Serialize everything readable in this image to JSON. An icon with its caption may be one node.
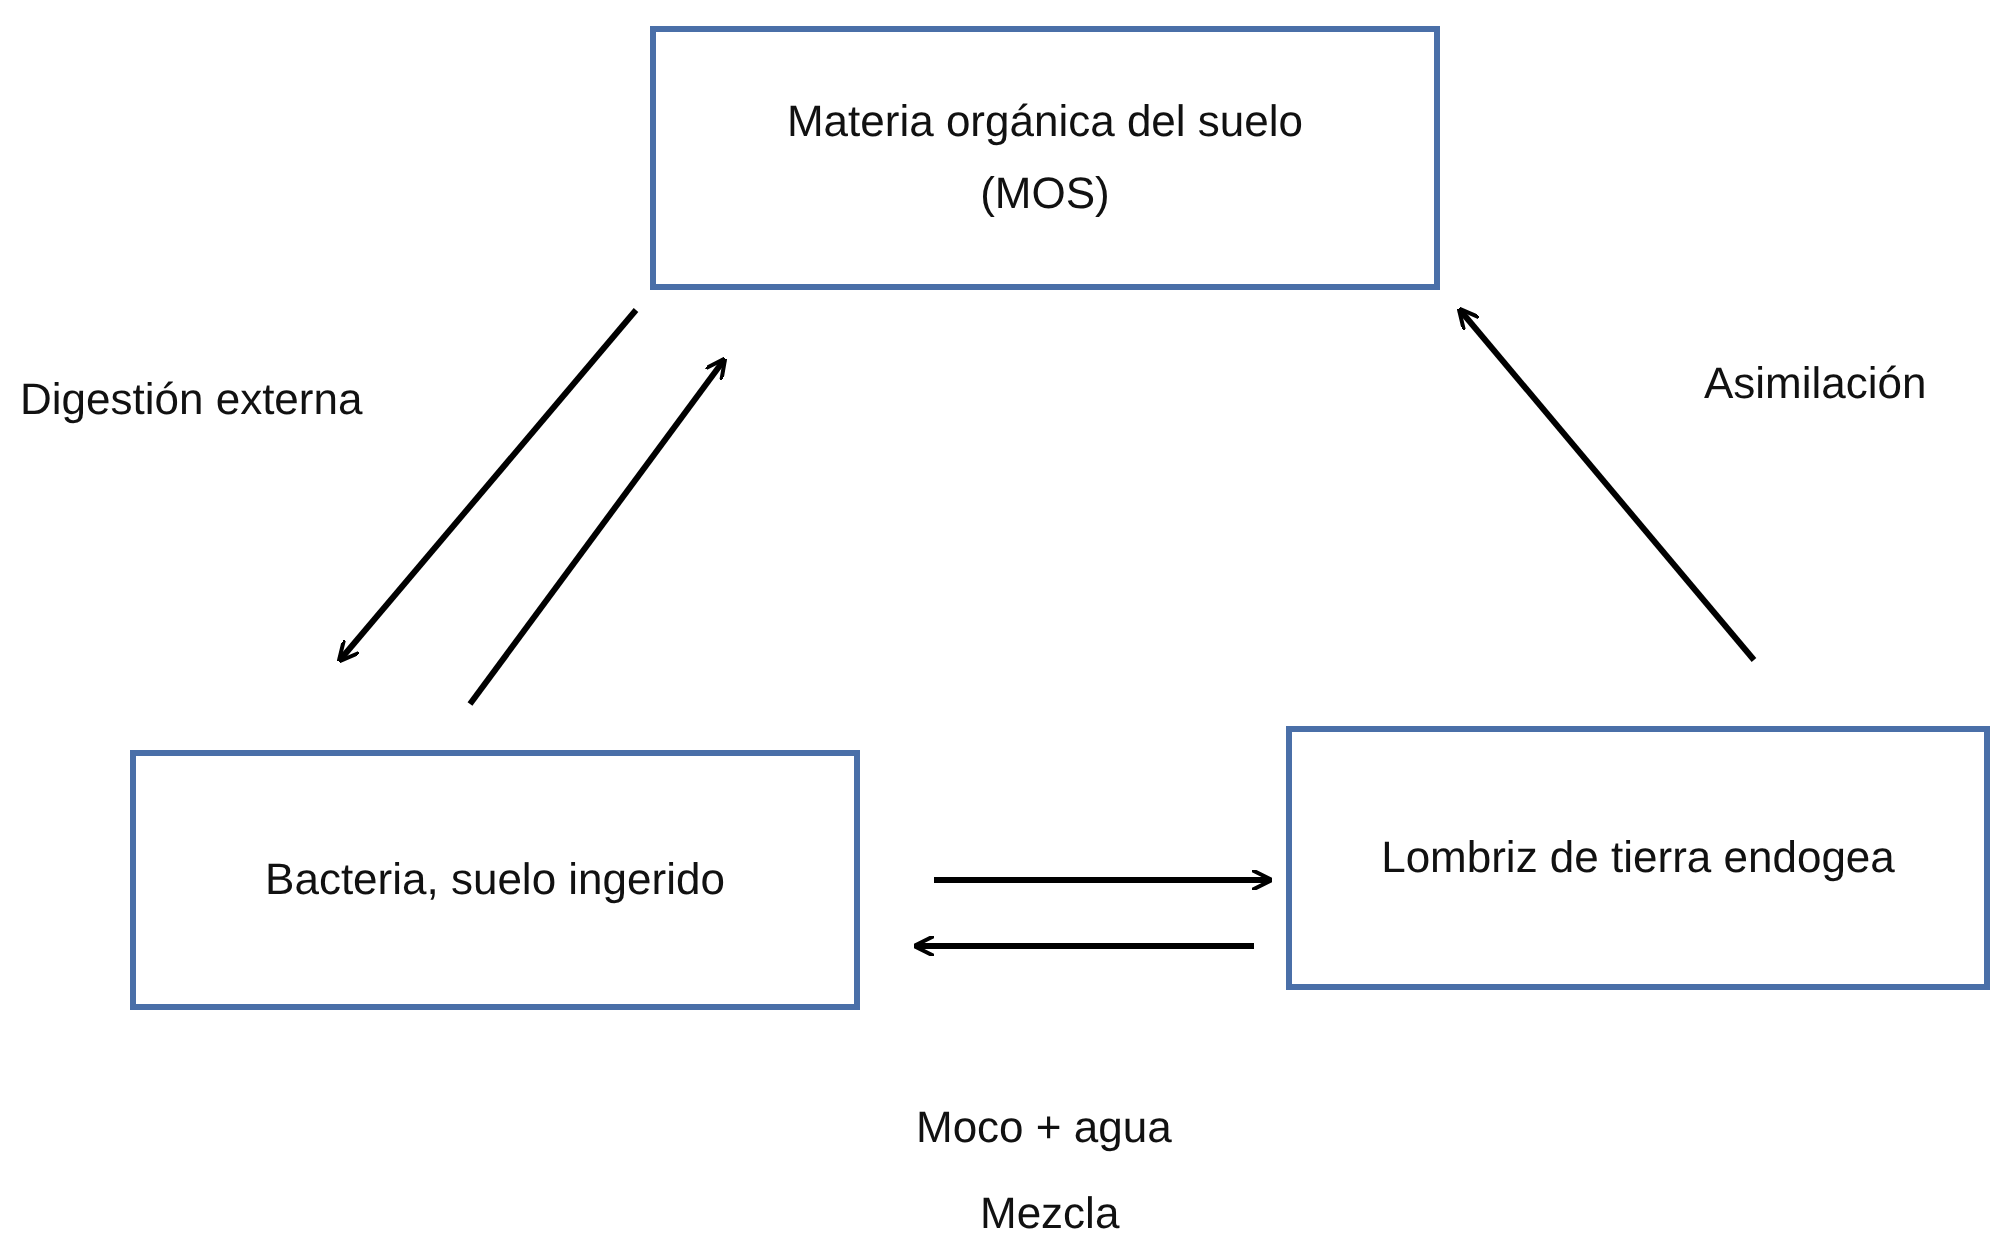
{
  "diagram": {
    "nodes": [
      {
        "text": [
          "Materia orgánica del suelo (MOS)"
        ]
      },
      {
        "text": [
          "Bacteria, suelo ingerido"
        ]
      },
      {
        "text": [
          "Lombriz de tierra endogea"
        ]
      }
    ],
    "edges": [
      {
        "from": 0,
        "to": 1,
        "arrow": "to"
      },
      {
        "from": 1,
        "to": 0,
        "arrow": "to"
      },
      {
        "from": 2,
        "to": 0,
        "arrow": "to"
      },
      {
        "from": 1,
        "to": 2,
        "arrow": "to"
      },
      {
        "from": 2,
        "to": 1,
        "arrow": "to"
      }
    ],
    "labels": [
      "Digestión externa",
      "Asimilación",
      "Moco + agua",
      "Mezcla"
    ]
  }
}
